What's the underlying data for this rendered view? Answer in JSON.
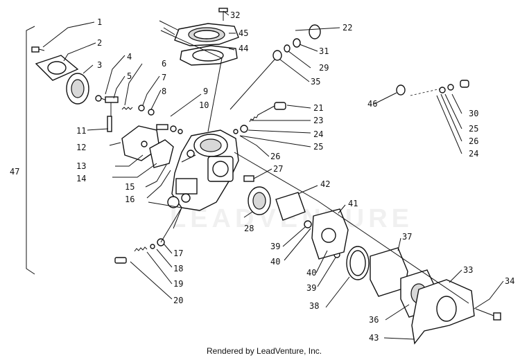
{
  "diagram": {
    "watermark": "LEADVENTURE",
    "footer": "Rendered by LeadVenture, Inc.",
    "callouts": [
      {
        "id": "c1",
        "label": "1"
      },
      {
        "id": "c2",
        "label": "2"
      },
      {
        "id": "c3",
        "label": "3"
      },
      {
        "id": "c4",
        "label": "4"
      },
      {
        "id": "c5",
        "label": "5"
      },
      {
        "id": "c6",
        "label": "6"
      },
      {
        "id": "c7",
        "label": "7"
      },
      {
        "id": "c8",
        "label": "8"
      },
      {
        "id": "c9",
        "label": "9"
      },
      {
        "id": "c10",
        "label": "10"
      },
      {
        "id": "c11",
        "label": "11"
      },
      {
        "id": "c12",
        "label": "12"
      },
      {
        "id": "c13",
        "label": "13"
      },
      {
        "id": "c14",
        "label": "14"
      },
      {
        "id": "c15",
        "label": "15"
      },
      {
        "id": "c16",
        "label": "16"
      },
      {
        "id": "c17",
        "label": "17"
      },
      {
        "id": "c18",
        "label": "18"
      },
      {
        "id": "c19",
        "label": "19"
      },
      {
        "id": "c20",
        "label": "20"
      },
      {
        "id": "c21",
        "label": "21"
      },
      {
        "id": "c22",
        "label": "22"
      },
      {
        "id": "c23",
        "label": "23"
      },
      {
        "id": "c24a",
        "label": "24"
      },
      {
        "id": "c25a",
        "label": "25"
      },
      {
        "id": "c26a",
        "label": "26"
      },
      {
        "id": "c27",
        "label": "27"
      },
      {
        "id": "c28",
        "label": "28"
      },
      {
        "id": "c29",
        "label": "29"
      },
      {
        "id": "c30",
        "label": "30"
      },
      {
        "id": "c31",
        "label": "31"
      },
      {
        "id": "c32",
        "label": "32"
      },
      {
        "id": "c33",
        "label": "33"
      },
      {
        "id": "c34",
        "label": "34"
      },
      {
        "id": "c35",
        "label": "35"
      },
      {
        "id": "c36",
        "label": "36"
      },
      {
        "id": "c37",
        "label": "37"
      },
      {
        "id": "c38",
        "label": "38"
      },
      {
        "id": "c39a",
        "label": "39"
      },
      {
        "id": "c39b",
        "label": "39"
      },
      {
        "id": "c40a",
        "label": "40"
      },
      {
        "id": "c40b",
        "label": "40"
      },
      {
        "id": "c41",
        "label": "41"
      },
      {
        "id": "c42",
        "label": "42"
      },
      {
        "id": "c43",
        "label": "43"
      },
      {
        "id": "c44",
        "label": "44"
      },
      {
        "id": "c45",
        "label": "45"
      },
      {
        "id": "c46",
        "label": "46"
      },
      {
        "id": "c47",
        "label": "47"
      },
      {
        "id": "c24b",
        "label": "24"
      },
      {
        "id": "c25b",
        "label": "25"
      },
      {
        "id": "c26b",
        "label": "26"
      }
    ]
  }
}
